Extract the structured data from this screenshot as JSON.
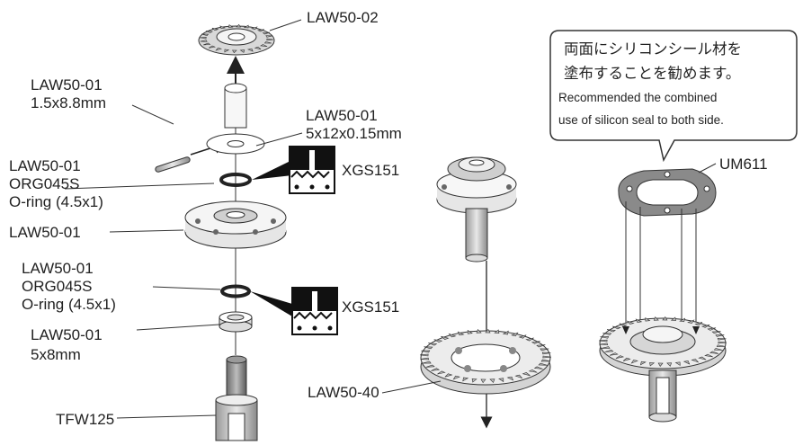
{
  "labels": {
    "law50_02": "LAW50-02",
    "pin_code": "LAW50-01",
    "pin_size": "1.5x8.8mm",
    "shim_code": "LAW50-01",
    "shim_size": "5x12x0.15mm",
    "oring1_code": "LAW50-01",
    "oring1_part": "ORG045S",
    "oring1_desc": "O-ring (4.5x1)",
    "xgs_top": "XGS151",
    "case_code": "LAW50-01",
    "oring2_code": "LAW50-01",
    "oring2_part": "ORG045S",
    "oring2_desc": "O-ring (4.5x1)",
    "xgs_bottom": "XGS151",
    "bearing_code": "LAW50-01",
    "bearing_size": "5x8mm",
    "shaft_code": "TFW125",
    "ring_gear_code": "LAW50-40",
    "gasket_code": "UM611"
  },
  "callout": {
    "jp_line1": "両面にシリコンシール材を",
    "jp_line2": "塗布することを勧めます。",
    "en_line1": "Recommended the combined",
    "en_line2": "use of silicon seal to both side."
  },
  "colors": {
    "line": "#333333",
    "part_fill": "#f2f2f2",
    "part_shade": "#b8b8b8",
    "dark": "#555555",
    "grease": "#111111"
  },
  "icons": [
    "grease-application-icon",
    "grease-application-icon"
  ]
}
